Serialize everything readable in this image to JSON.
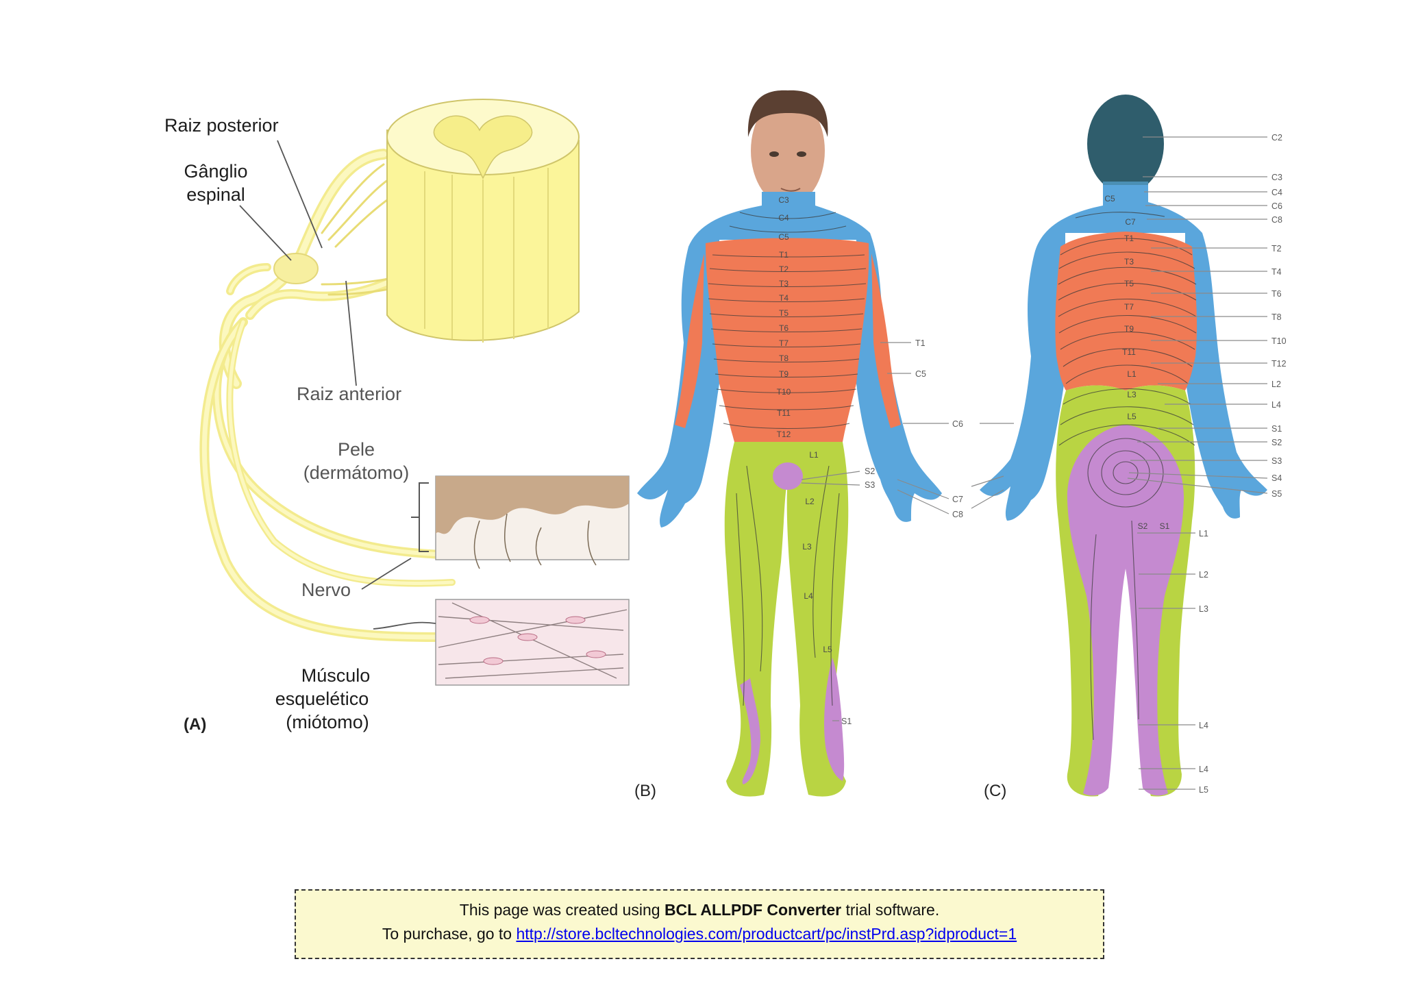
{
  "panel_a": {
    "tag": "(A)",
    "labels": {
      "posterior_root": "Raiz posterior",
      "ganglion_1": "Gânglio",
      "ganglion_2": "espinal",
      "anterior_root": "Raiz anterior",
      "skin_1": "Pele",
      "skin_2": "(dermátomo)",
      "nerve": "Nervo",
      "muscle_1": "Músculo",
      "muscle_2": "esquelético",
      "muscle_3": "(miótomo)"
    }
  },
  "panel_b": {
    "tag": "(B)",
    "inner_labels": [
      "C3",
      "C4",
      "C5",
      "T1",
      "T2",
      "T3",
      "T4",
      "T5",
      "T6",
      "T7",
      "T8",
      "T9",
      "T10",
      "T11",
      "T12",
      "L1",
      "L2",
      "L3",
      "L4",
      "L5"
    ],
    "callouts": [
      "T1",
      "C5",
      "C6",
      "S2",
      "S3",
      "C7",
      "C8",
      "S1"
    ]
  },
  "panel_c": {
    "tag": "(C)",
    "inner_labels": [
      "C5",
      "C7",
      "T1",
      "T3",
      "T5",
      "T7",
      "T9",
      "T11",
      "L1",
      "L3",
      "L5",
      "S2",
      "S1"
    ],
    "callouts": [
      "C2",
      "C3",
      "C4",
      "C6",
      "C8",
      "T2",
      "T4",
      "T6",
      "T8",
      "T10",
      "T12",
      "L2",
      "L4",
      "S1",
      "S2",
      "S3",
      "S4",
      "S5",
      "L1",
      "L2",
      "L3",
      "L4",
      "L4",
      "L5"
    ]
  },
  "colors": {
    "cervical": "#5aa6dc",
    "thoracic": "#f07a55",
    "lumbar": "#b9d443",
    "sacral": "#c58ad0",
    "spinal_cord": "#fbf6a4",
    "skin": "#c8a98a",
    "muscle": "#f7e6ea"
  },
  "banner": {
    "line1_pre": "This page was created using ",
    "line1_bold": "BCL ALLPDF Converter",
    "line1_post": " trial software.",
    "line2_pre": "To purchase, go to ",
    "link": "http://store.bcltechnologies.com/productcart/pc/instPrd.asp?idproduct=1"
  }
}
